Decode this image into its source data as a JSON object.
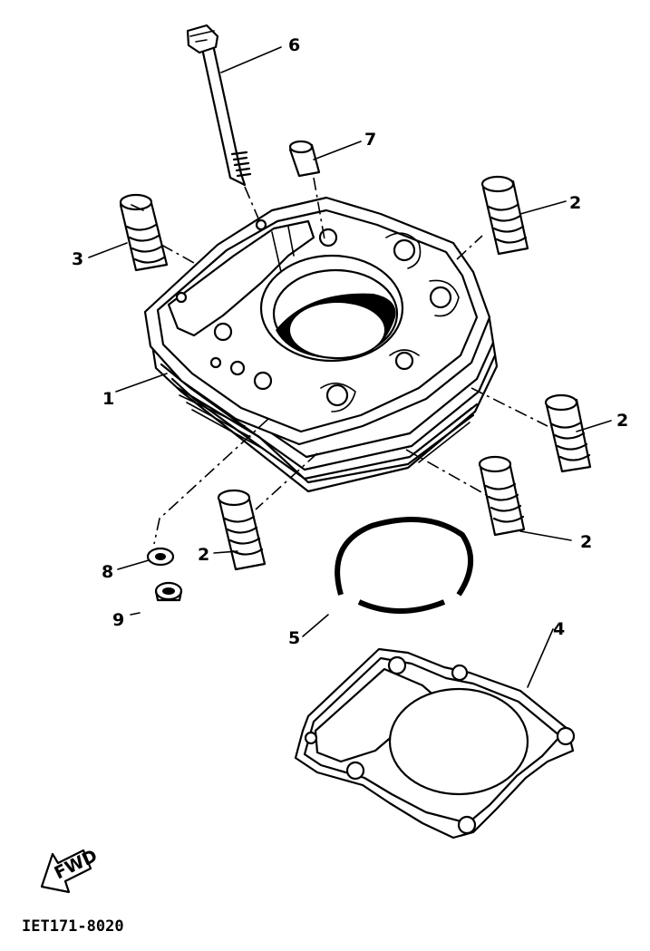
{
  "callouts": {
    "part_1": "1",
    "part_2a": "2",
    "part_2b": "2",
    "part_2c": "2",
    "part_2d": "2",
    "part_3": "3",
    "part_4": "4",
    "part_5": "5",
    "part_6": "6",
    "part_7": "7",
    "part_8": "8",
    "part_9": "9"
  },
  "fwd_label": "FWD",
  "drawing_code": "IET171-8020"
}
